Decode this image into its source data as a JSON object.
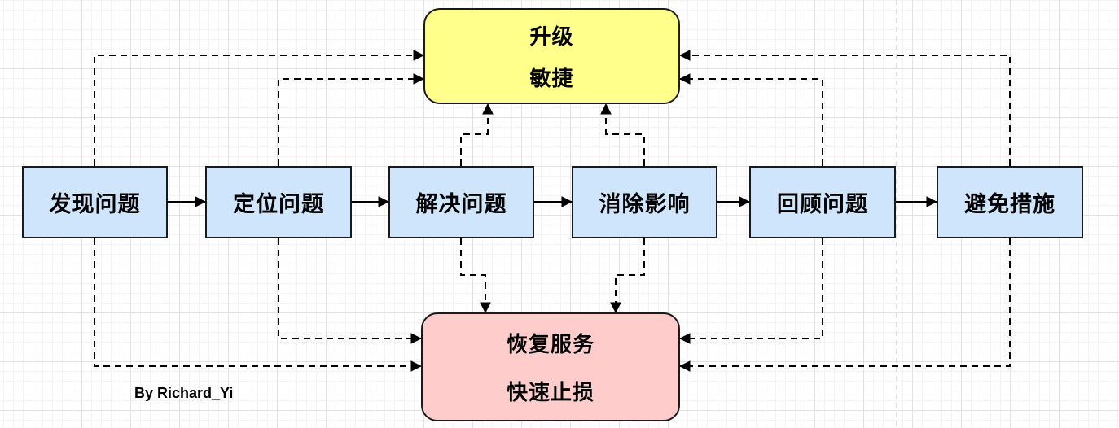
{
  "diagram": {
    "credit": "By Richard_Yi",
    "flow_nodes": [
      {
        "label": "发现问题"
      },
      {
        "label": "定位问题"
      },
      {
        "label": "解决问题"
      },
      {
        "label": "消除影响"
      },
      {
        "label": "回顾问题"
      },
      {
        "label": "避免措施"
      }
    ],
    "escalate_node": {
      "line1": "升级",
      "line2": "敏捷"
    },
    "recover_node": {
      "line1": "恢复服务",
      "line2": "快速止损"
    },
    "colors": {
      "process_fill": "#cfe5fb",
      "escalate_fill": "#ffff8c",
      "recover_fill": "#fdcccb",
      "shape_border": "#1a1a1a",
      "connector": "#000000",
      "page_boundary": "#d4d4d4"
    }
  }
}
